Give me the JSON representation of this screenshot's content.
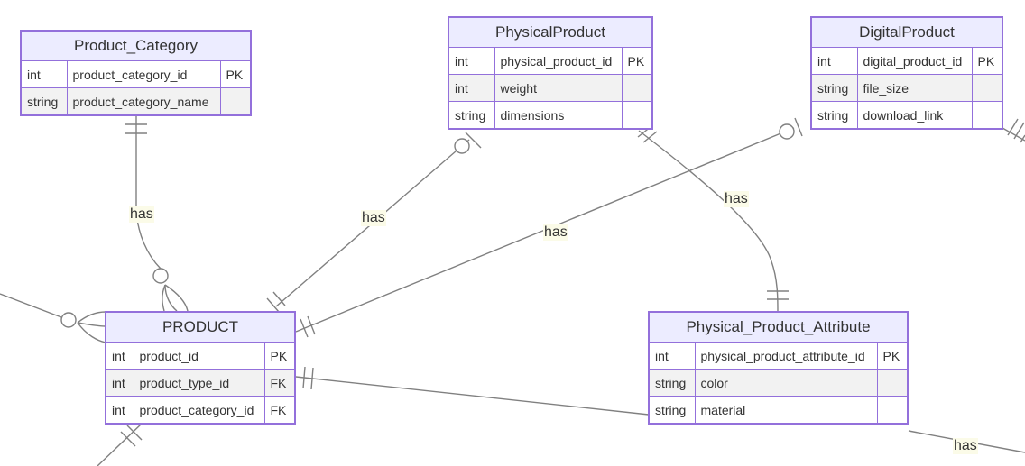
{
  "entities": {
    "product_category": {
      "title": "Product_Category",
      "attributes": [
        {
          "type": "int",
          "name": "product_category_id",
          "key": "PK"
        },
        {
          "type": "string",
          "name": "product_category_name",
          "key": ""
        }
      ]
    },
    "physical_product": {
      "title": "PhysicalProduct",
      "attributes": [
        {
          "type": "int",
          "name": "physical_product_id",
          "key": "PK"
        },
        {
          "type": "int",
          "name": "weight",
          "key": ""
        },
        {
          "type": "string",
          "name": "dimensions",
          "key": ""
        }
      ]
    },
    "digital_product": {
      "title": "DigitalProduct",
      "attributes": [
        {
          "type": "int",
          "name": "digital_product_id",
          "key": "PK"
        },
        {
          "type": "string",
          "name": "file_size",
          "key": ""
        },
        {
          "type": "string",
          "name": "download_link",
          "key": ""
        }
      ]
    },
    "product": {
      "title": "PRODUCT",
      "attributes": [
        {
          "type": "int",
          "name": "product_id",
          "key": "PK"
        },
        {
          "type": "int",
          "name": "product_type_id",
          "key": "FK"
        },
        {
          "type": "int",
          "name": "product_category_id",
          "key": "FK"
        }
      ]
    },
    "physical_product_attribute": {
      "title": "Physical_Product_Attribute",
      "attributes": [
        {
          "type": "int",
          "name": "physical_product_attribute_id",
          "key": "PK"
        },
        {
          "type": "string",
          "name": "color",
          "key": ""
        },
        {
          "type": "string",
          "name": "material",
          "key": ""
        }
      ]
    }
  },
  "relationships": [
    {
      "id": "category-product",
      "label": "has"
    },
    {
      "id": "physical-product",
      "label": "has"
    },
    {
      "id": "digital-product",
      "label": "has"
    },
    {
      "id": "physical-attribute",
      "label": "has"
    },
    {
      "id": "product-offscreen",
      "label": "has"
    }
  ],
  "colors": {
    "entity_border": "#9370DB",
    "entity_header": "#ECECFF",
    "row_alt": "#F2F2F2",
    "edge": "#808080"
  }
}
